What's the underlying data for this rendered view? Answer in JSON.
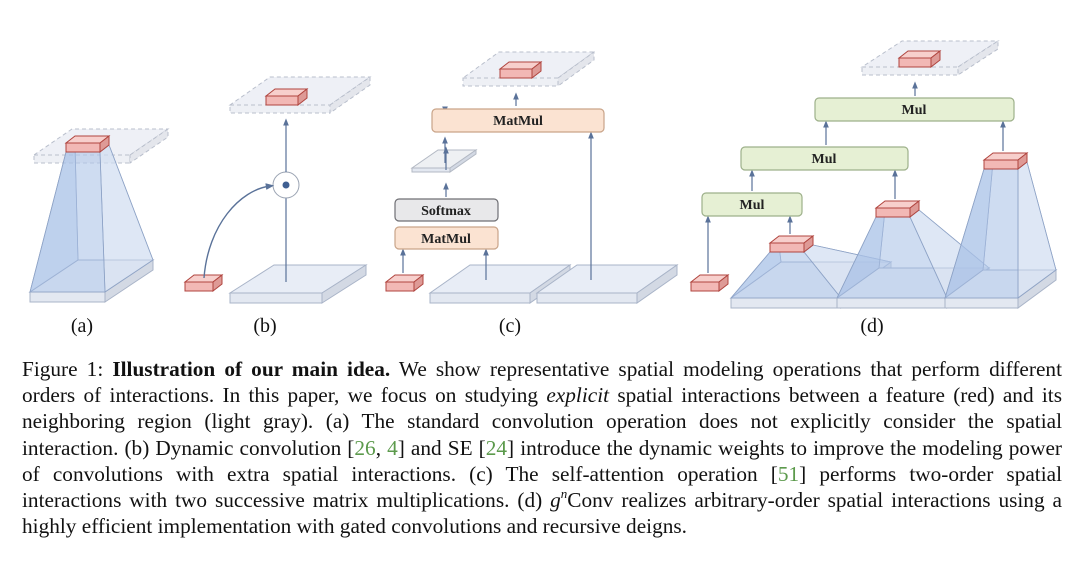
{
  "figure": {
    "panels": [
      {
        "id": "a",
        "label": "(a)"
      },
      {
        "id": "b",
        "label": "(b)"
      },
      {
        "id": "c",
        "label": "(c)",
        "ops": {
          "matmul_top": "MatMul",
          "softmax": "Softmax",
          "matmul_bottom": "MatMul"
        }
      },
      {
        "id": "d",
        "label": "(d)",
        "ops": {
          "mul_top": "Mul",
          "mul_mid": "Mul",
          "mul_bottom": "Mul"
        }
      }
    ],
    "colors": {
      "feature_red": "#f2b8b5",
      "feature_red_edge": "#b0453f",
      "plane_fill": "#e8edf6",
      "plane_edge": "#a9b4c8",
      "cone_blue": "#b9cdea",
      "arrow": "#5a7299",
      "matmul_fill": "#fbe3d2",
      "matmul_edge": "#c9a489",
      "softmax_fill": "#e8e8ea",
      "softmax_edge": "#6f6f74",
      "mul_fill": "#e6f0d4",
      "mul_edge": "#9db08a"
    }
  },
  "caption": {
    "prefix": "Figure 1: ",
    "title": "Illustration of our main idea.",
    "s1": " We show representative spatial modeling operations that perform different orders of interactions. In this paper, we focus on studying ",
    "emph": "explicit",
    "s2": " spatial interactions between a feature (red) and its neighboring region (light gray). (a) The standard convolution operation does not explicitly consider the spatial interaction. (b) Dynamic convolution [",
    "cite1": "26",
    "s3": ", ",
    "cite2": "4",
    "s4": "] and SE [",
    "cite3": "24",
    "s5": "] introduce the dynamic weights to improve the modeling power of convolutions with extra spatial interactions. (c) The self-attention operation [",
    "cite4": "51",
    "s6": "] performs two-order spatial interactions with two successive matrix multiplications. (d) ",
    "g": "g",
    "n": "n",
    "s7": "Conv realizes arbitrary-order spatial interactions using a highly efficient implementation with gated convolutions and recursive deigns."
  }
}
